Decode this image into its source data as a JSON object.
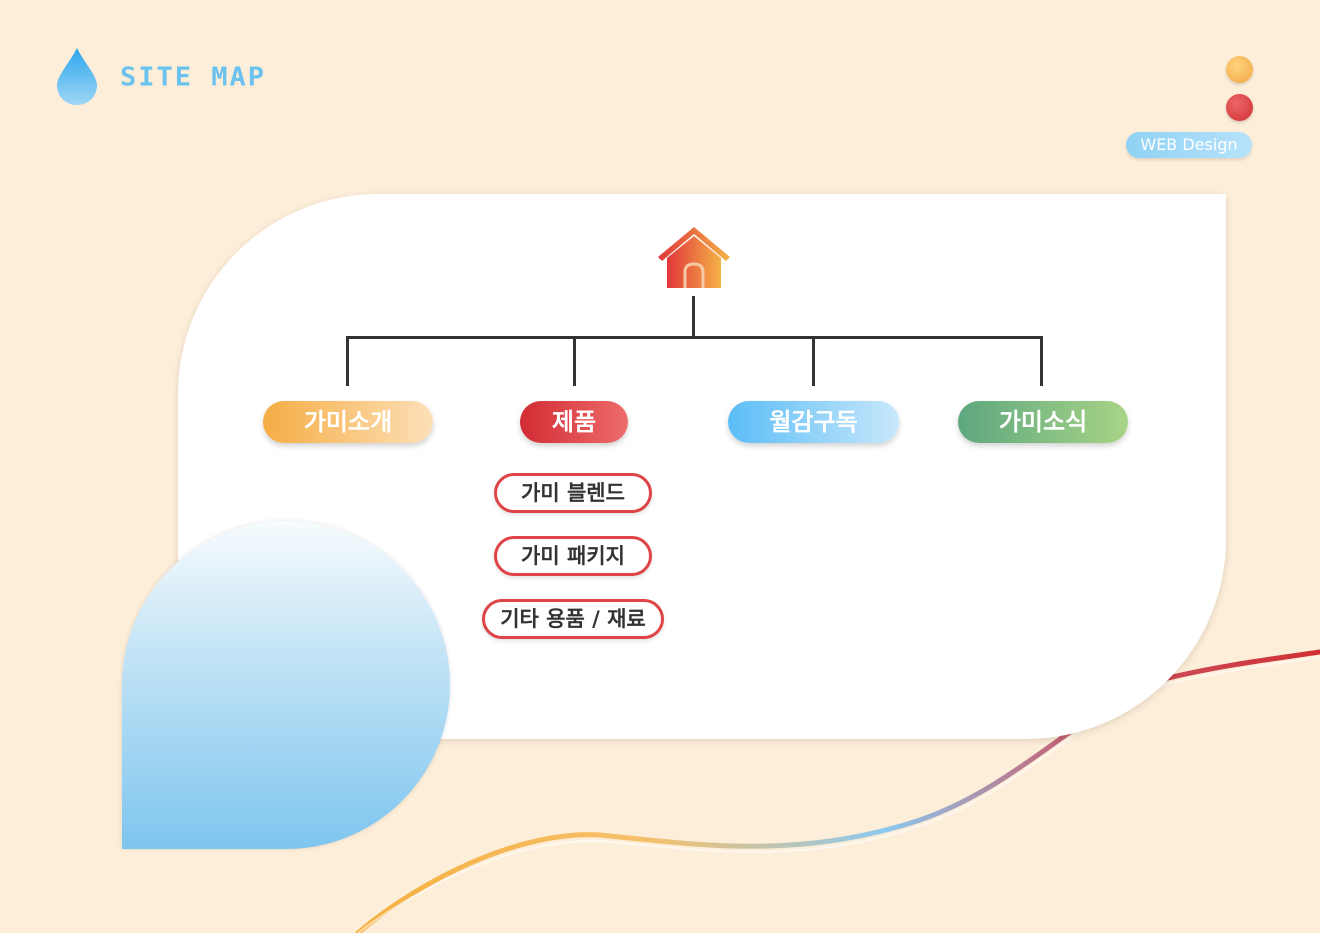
{
  "header": {
    "title": "SITE MAP",
    "badge": "WEB Design",
    "icons": {
      "logo": "water-drop-icon",
      "home": "home-icon"
    },
    "colors": {
      "accent_orange": "#f2a542",
      "accent_red": "#d02f33",
      "accent_blue": "#6cc2ee",
      "accent_green": "#5ea77f"
    }
  },
  "sitemap": {
    "categories": [
      {
        "label": "가미소개"
      },
      {
        "label": "제품"
      },
      {
        "label": "월감구독"
      },
      {
        "label": "가미소식"
      }
    ],
    "product_items": [
      {
        "label": "가미 블렌드"
      },
      {
        "label": "가미 패키지"
      },
      {
        "label": "기타 용품 / 재료"
      }
    ]
  }
}
